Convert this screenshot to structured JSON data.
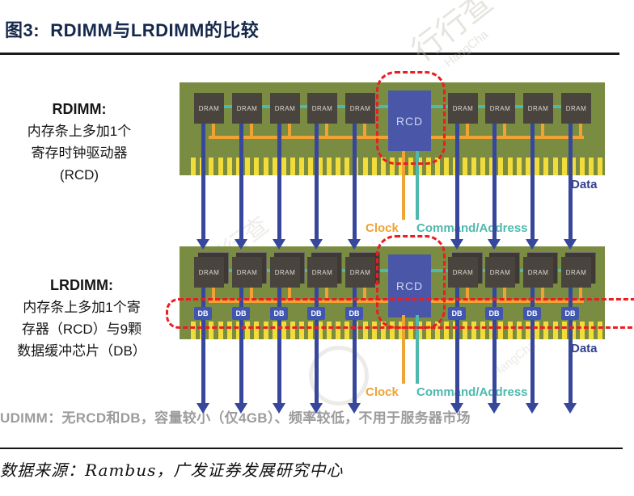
{
  "figure": {
    "title": "图3:  RDIMM与LRDIMM的比较",
    "footnote": "UDIMM：无RCD和DB，容量较小（仅4GB）、频率较低，不用于服务器市场",
    "source": "数据来源：Rambus，广发证券发展研究中心",
    "watermark_text": "行行查",
    "watermark_latin": "HangCha"
  },
  "colors": {
    "title_navy": "#16294c",
    "pcb_green": "#798c41",
    "chip_dark": "#4a443e",
    "chip_stack_dark": "#3e3934",
    "chip_text": "#ded9d3",
    "rcd_blue": "#4a57a8",
    "rcd_text": "#ccd4f0",
    "db_blue": "#4156ae",
    "pin_yellow": "#f2dc3c",
    "bus_orange": "#f0a232",
    "link_teal": "#4db9ae",
    "arrow_blue": "#36479c",
    "dashed_red": "#ec1c24",
    "data_label_blue": "#33418f"
  },
  "boards": [
    {
      "name": "rdimm",
      "side_label": {
        "title": "RDIMM:",
        "lines": [
          "内存条上多加1个",
          "寄存时钟驱动器",
          "(RCD)"
        ]
      },
      "chips_left": [
        "DRAM",
        "DRAM",
        "DRAM",
        "DRAM",
        "DRAM"
      ],
      "center_chip": "RCD",
      "chips_right": [
        "DRAM",
        "DRAM",
        "DRAM",
        "DRAM"
      ],
      "stacked_dram": false,
      "db_chips": false,
      "db_label": "",
      "labels": {
        "clock": "Clock",
        "command": "Command/Address",
        "data": "Data"
      }
    },
    {
      "name": "lrdimm",
      "side_label": {
        "title": "LRDIMM:",
        "lines": [
          "内存条上多加1个寄",
          "存器（RCD）与9颗",
          "数据缓冲芯片（DB）"
        ]
      },
      "chips_left": [
        "DRAM",
        "DRAM",
        "DRAM",
        "DRAM",
        "DRAM"
      ],
      "center_chip": "RCD",
      "chips_right": [
        "DRAM",
        "DRAM",
        "DRAM",
        "DRAM"
      ],
      "stacked_dram": true,
      "db_chips": true,
      "db_label": "DB",
      "labels": {
        "clock": "Clock",
        "command": "Command/Address",
        "data": "Data"
      }
    }
  ]
}
